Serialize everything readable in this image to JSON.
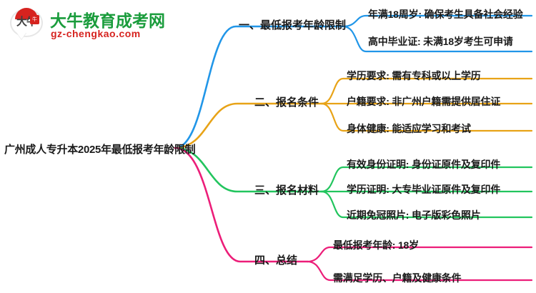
{
  "logo": {
    "mark_text": "大牛",
    "seal_text": "牛",
    "title": "大牛教育成考网",
    "subtitle": "gz-chengkao.com"
  },
  "mindmap": {
    "root": {
      "label": "广州成人专升本2025年最低报考年龄限制"
    },
    "branches": [
      {
        "label": "一、最低报考年龄限制",
        "color": "#2196E8",
        "leaves": [
          {
            "label": "年满18周岁: 确保考生具备社会经验"
          },
          {
            "label": "高中毕业证: 未满18岁考生可申请"
          }
        ]
      },
      {
        "label": "二、报名条件",
        "color": "#E8A317",
        "leaves": [
          {
            "label": "学历要求: 需有专科或以上学历"
          },
          {
            "label": "户籍要求: 非广州户籍需提供居住证"
          },
          {
            "label": "身体健康: 能适应学习和考试"
          }
        ]
      },
      {
        "label": "三、报名材料",
        "color": "#22C55E",
        "leaves": [
          {
            "label": "有效身份证明: 身份证原件及复印件"
          },
          {
            "label": "学历证明: 大专毕业证原件及复印件"
          },
          {
            "label": "近期免冠照片: 电子版彩色照片"
          }
        ]
      },
      {
        "label": "四、总结",
        "color": "#EC1E79",
        "leaves": [
          {
            "label": "最低报考年龄: 18岁"
          },
          {
            "label": "需满足学历、户籍及健康条件"
          }
        ]
      }
    ]
  }
}
